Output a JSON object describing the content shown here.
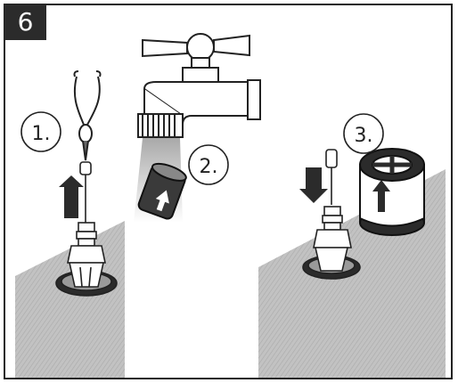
{
  "step_number": "6",
  "callouts": [
    "1.",
    "2.",
    "3."
  ],
  "colors": {
    "dark": "#2b2b2b",
    "gray": "#b8b8b8",
    "light_gray": "#d9d9d9"
  },
  "icons": [
    "pliers",
    "valve-stem",
    "up-arrow",
    "faucet",
    "filter-cup",
    "down-arrow",
    "filter-cartridge",
    "valve-housing"
  ]
}
